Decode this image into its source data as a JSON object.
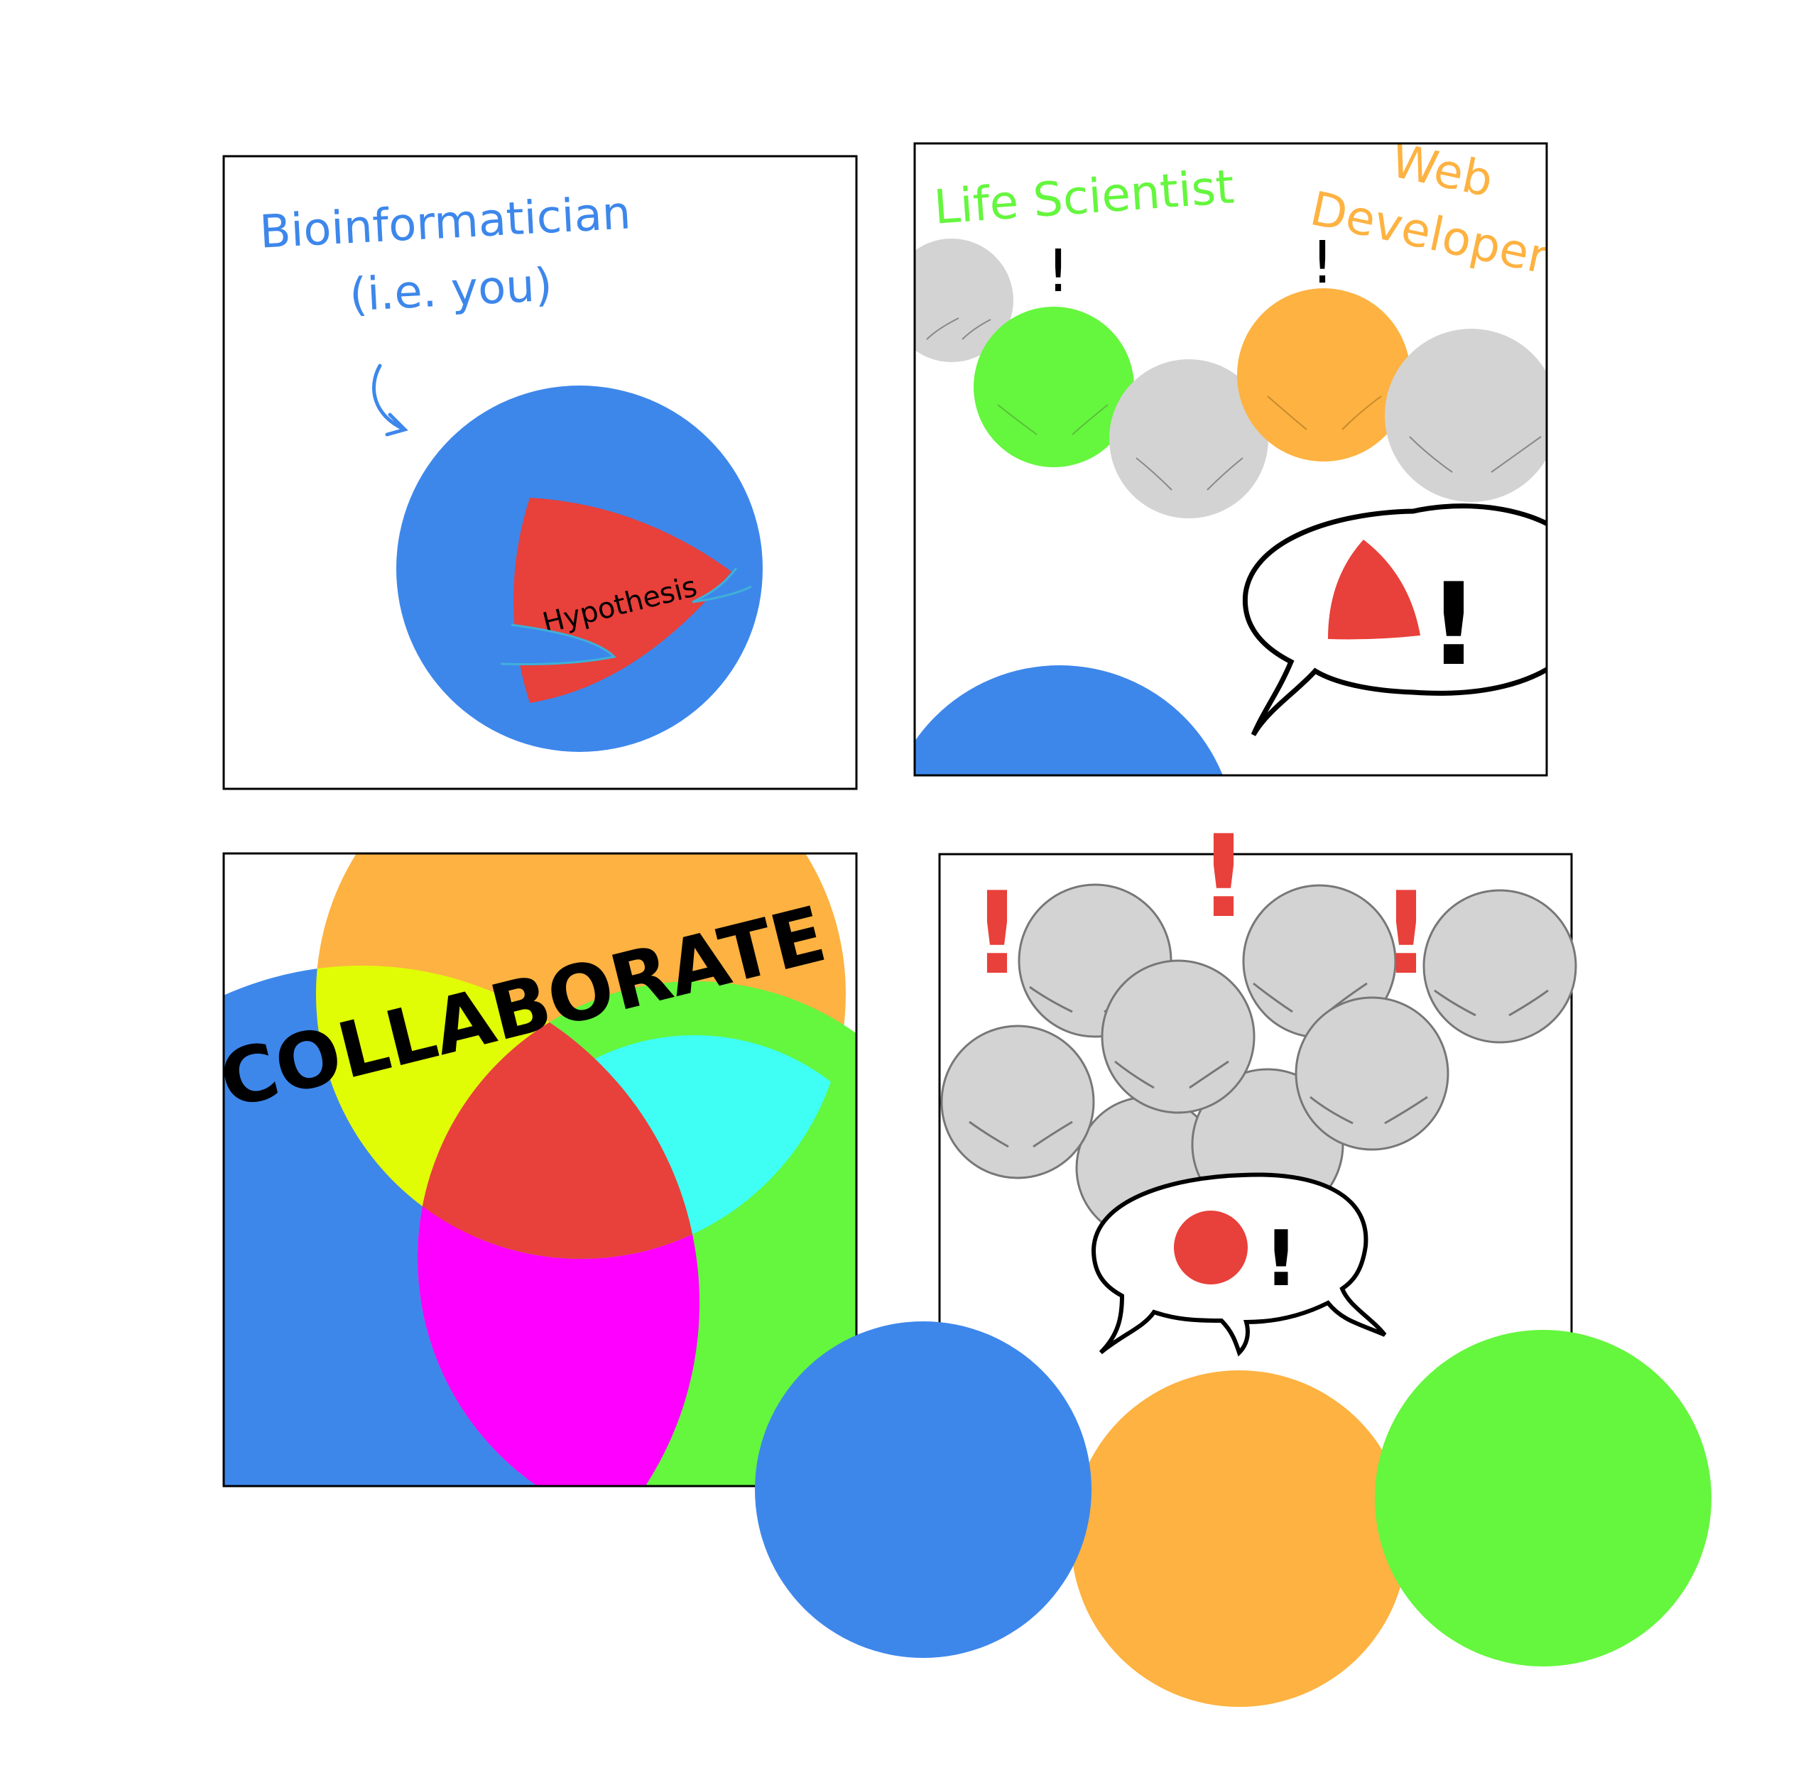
{
  "colors": {
    "blue": "#3d87eb",
    "orange": "#fdb241",
    "green": "#65f63e",
    "red": "#e8403a",
    "gray": "#d3d3d3",
    "yellow": "#e1fd05",
    "cyan": "#3ffef4",
    "magenta": "#fd00ff",
    "black": "#000000"
  },
  "panel1": {
    "role_label_line1": "Bioinformatician",
    "role_label_line2": "(i.e. you)",
    "hypothesis_label": "Hypothesis"
  },
  "panel2": {
    "life_scientist_label": "Life Scientist",
    "web_label": "Web",
    "developer_label": "Developer",
    "exclaim_life": "!",
    "exclaim_web": "!",
    "bubble_exclaim": "!"
  },
  "panel3": {
    "collaborate_label": "COLLABORATE"
  },
  "panel4": {
    "exclaim_left": "!",
    "exclaim_center": "!",
    "exclaim_right": "!",
    "bubble_exclaim": "!"
  },
  "bottom_trio": [
    "bioinformatician",
    "web-developer",
    "life-scientist"
  ]
}
